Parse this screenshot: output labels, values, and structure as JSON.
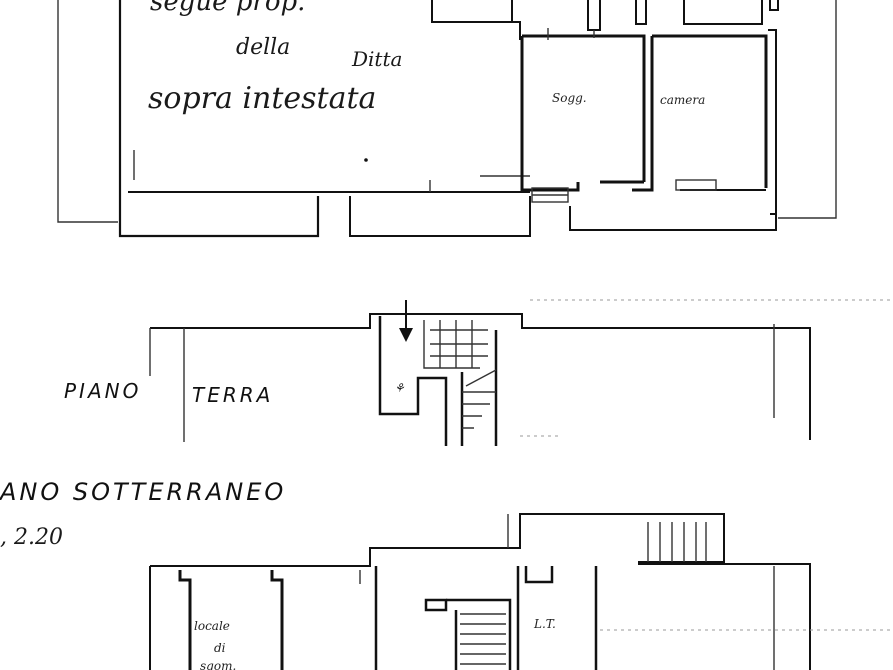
{
  "upper_plan": {
    "note_line1": "segue prop.",
    "note_line2": "della",
    "note_line3": "Ditta",
    "note_line4": "sopra intestata",
    "room_left": "Sogg.",
    "room_right": "camera"
  },
  "ground_floor": {
    "label_piano": "PIANO",
    "label_terra": "TERRA"
  },
  "basement": {
    "title": "ANO SOTTERRANEO",
    "height_label": ", 2.20",
    "room_label_line1": "locale",
    "room_label_line2": "di",
    "room_label_line3": "sgom.",
    "room_label_lt": "L.T."
  }
}
